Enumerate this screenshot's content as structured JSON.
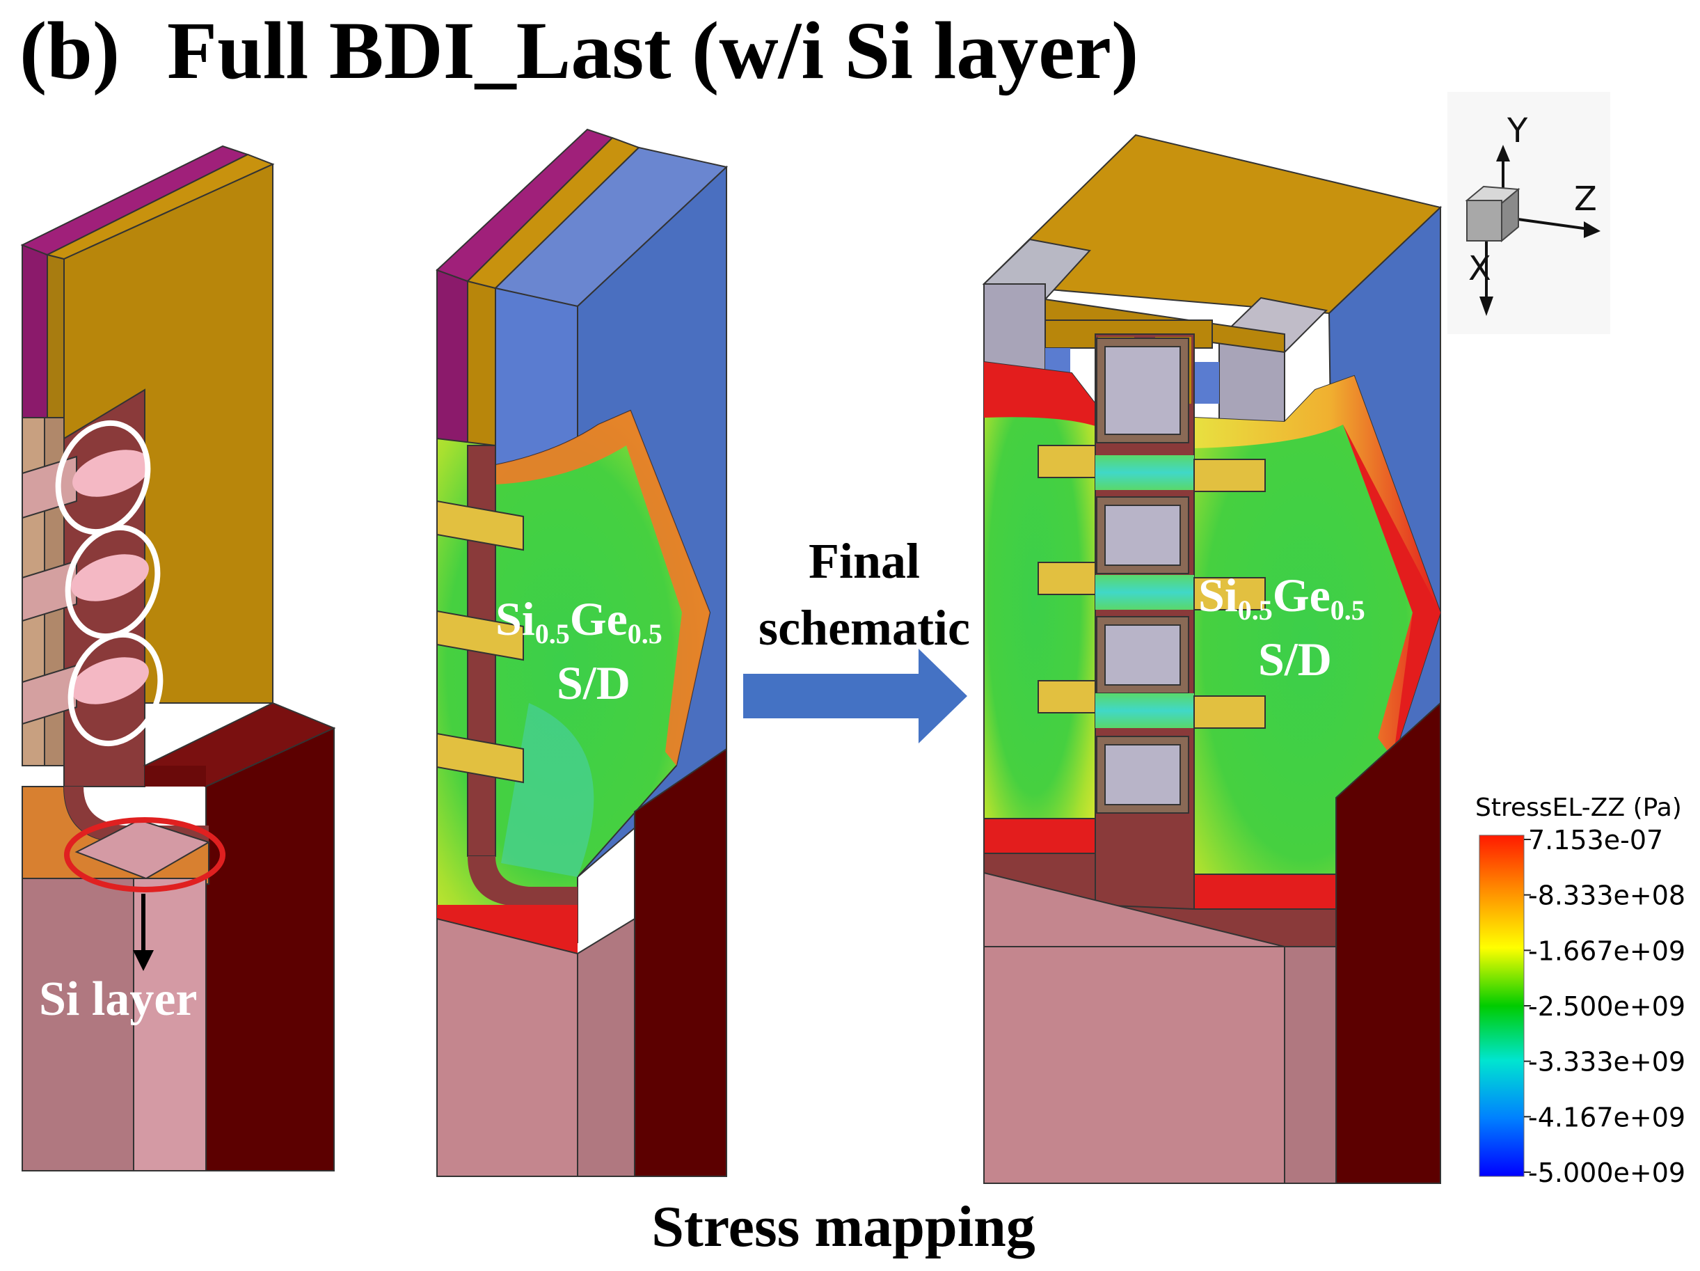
{
  "header": {
    "panel_tag": "(b)",
    "title": "Full BDI_Last (w/i Si layer)"
  },
  "labels": {
    "si_layer": "Si layer",
    "arrow_line1": "Final",
    "arrow_line2": "schematic",
    "caption": "Stress mapping"
  },
  "material": {
    "si": "Si",
    "sub1": "0.5",
    "ge": "Ge",
    "sub2": "0.5",
    "sd": "S/D"
  },
  "axes": {
    "y": "Y",
    "z": "Z",
    "x": "X"
  },
  "legend": {
    "title": "StressEL-ZZ (Pa)",
    "ticks": [
      "7.153e-07",
      "-8.333e+08",
      "-1.667e+09",
      "-2.500e+09",
      "-3.333e+09",
      "-4.167e+09",
      "-5.000e+09"
    ],
    "colors": [
      "#ff1a00",
      "#ff8c00",
      "#ffff00",
      "#00cc00",
      "#00e5d0",
      "#0080ff",
      "#0000ff"
    ]
  },
  "colors": {
    "gate_gold": "#b8860b",
    "high_k_magenta": "#8b1a6b",
    "oxide_blue": "#4a6fc0",
    "substrate_pink": "#c4868e",
    "dark_maroon": "#5c0000",
    "stress_green": "#3ecf3e",
    "stress_red": "#e31d1d",
    "highlight_red": "#e02020",
    "arrow_blue": "#4472c4"
  }
}
